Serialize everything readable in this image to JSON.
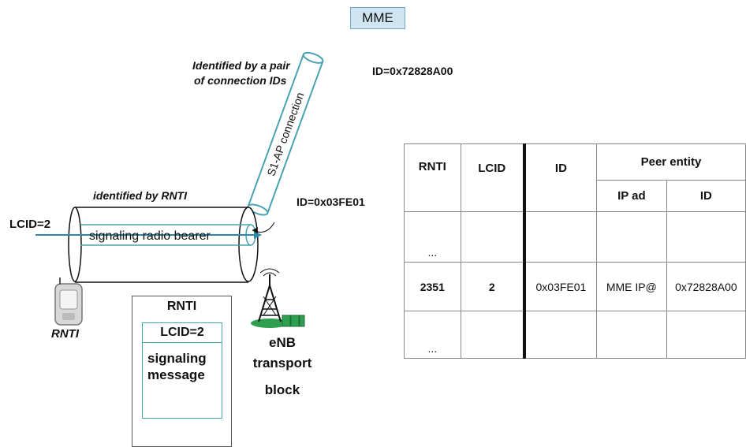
{
  "mme": {
    "label": "MME"
  },
  "s1ap": {
    "note_line1": "Identified by a pair",
    "note_line2": "of connection IDs",
    "connection_label": "S1-AP connection",
    "mme_id": "ID=0x72828A00",
    "enb_id": "ID=0x03FE01"
  },
  "bearer": {
    "note": "identified by RNTI",
    "label": "signaling radio bearer",
    "lcid": "LCID=2"
  },
  "ue": {
    "label": "RNTI"
  },
  "enb": {
    "line1": "eNB",
    "line2": "transport",
    "line3": "block"
  },
  "pdu": {
    "rnti": "RNTI",
    "lcid": "LCID=2",
    "msg_line1": "signaling",
    "msg_line2": "message"
  },
  "table": {
    "headers": {
      "rnti": "RNTI",
      "lcid": "LCID",
      "id": "ID",
      "peer": "Peer entity",
      "ip": "IP ad",
      "peer_id": "ID"
    },
    "rows": [
      {
        "rnti": "...",
        "lcid": "",
        "id": "",
        "ip": "",
        "peer_id": ""
      },
      {
        "rnti": "2351",
        "lcid": "2",
        "id": "0x03FE01",
        "ip": "MME IP@",
        "peer_id": "0x72828A00"
      },
      {
        "rnti": "...",
        "lcid": "",
        "id": "",
        "ip": "",
        "peer_id": ""
      }
    ]
  },
  "colors": {
    "tube": "#49a3b4",
    "arrow": "#2f88a6",
    "mme_fill": "#cfe6f2",
    "tower_base": "#2e9e4f"
  }
}
